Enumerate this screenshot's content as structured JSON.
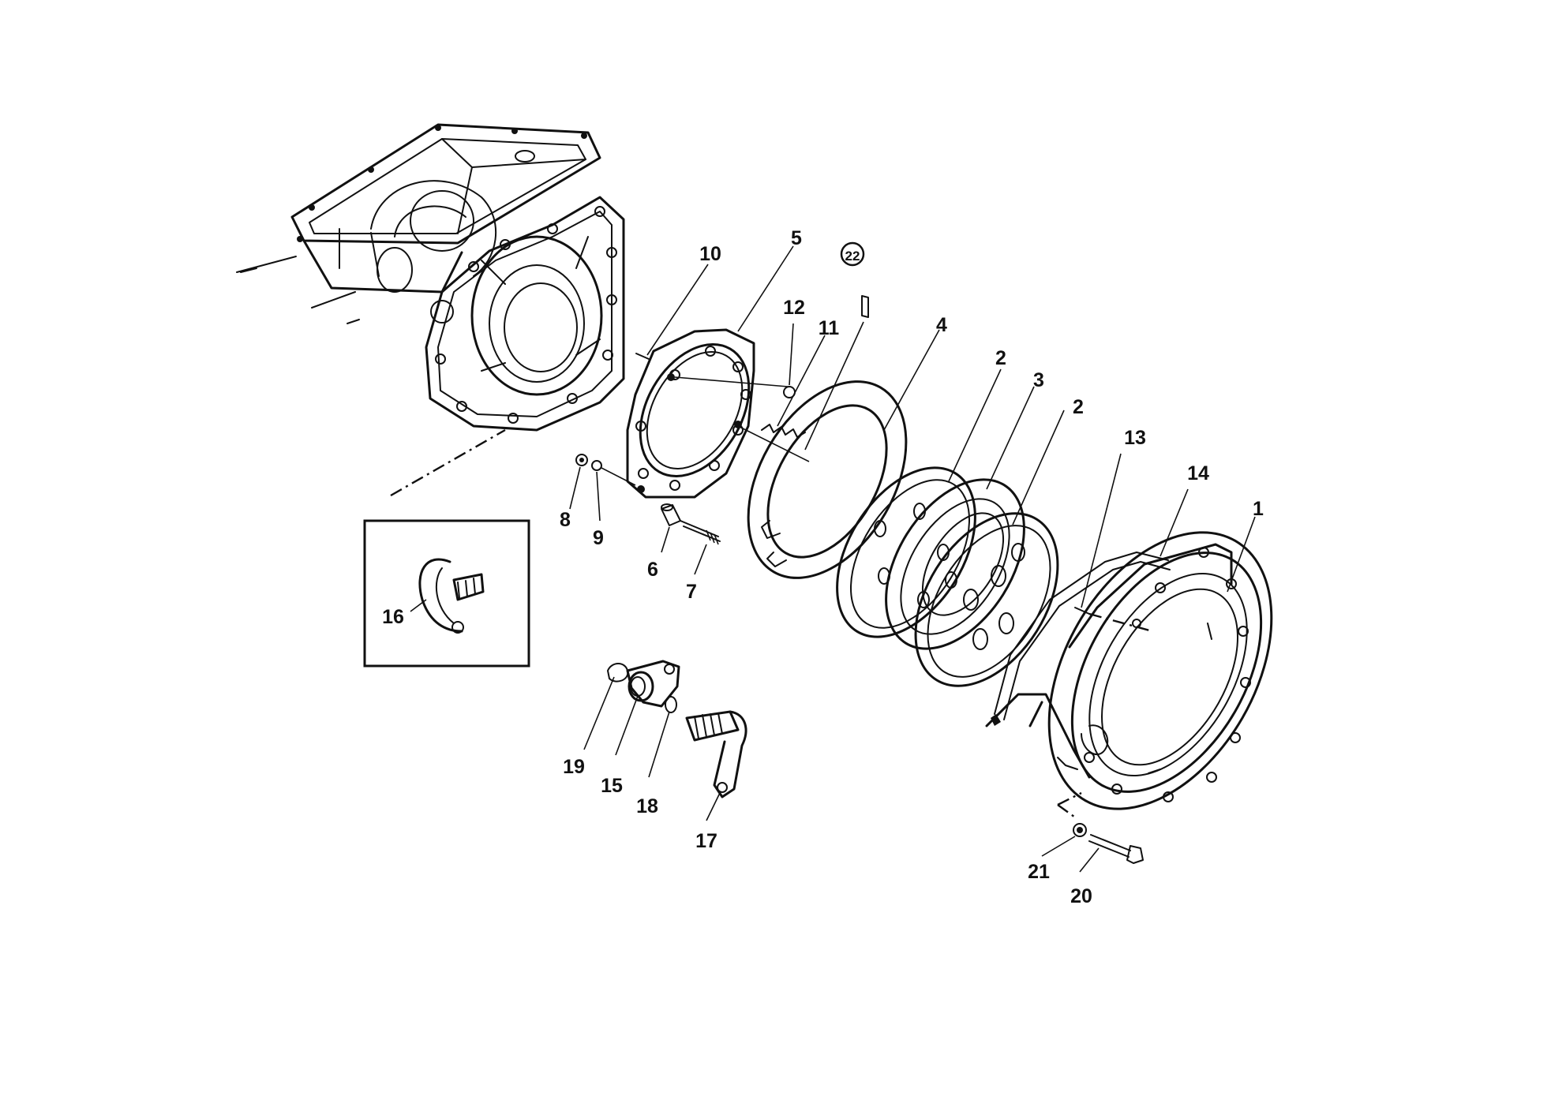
{
  "diagram": {
    "callouts": [
      {
        "id": "c1",
        "label": "1"
      },
      {
        "id": "c2a",
        "label": "2"
      },
      {
        "id": "c2b",
        "label": "2"
      },
      {
        "id": "c3",
        "label": "3"
      },
      {
        "id": "c4",
        "label": "4"
      },
      {
        "id": "c5",
        "label": "5"
      },
      {
        "id": "c6",
        "label": "6"
      },
      {
        "id": "c7",
        "label": "7"
      },
      {
        "id": "c8",
        "label": "8"
      },
      {
        "id": "c9",
        "label": "9"
      },
      {
        "id": "c10",
        "label": "10"
      },
      {
        "id": "c11",
        "label": "11"
      },
      {
        "id": "c12",
        "label": "12"
      },
      {
        "id": "c13",
        "label": "13"
      },
      {
        "id": "c14",
        "label": "14"
      },
      {
        "id": "c15",
        "label": "15"
      },
      {
        "id": "c16",
        "label": "16"
      },
      {
        "id": "c17",
        "label": "17"
      },
      {
        "id": "c18",
        "label": "18"
      },
      {
        "id": "c19",
        "label": "19"
      },
      {
        "id": "c20",
        "label": "20"
      },
      {
        "id": "c21",
        "label": "21"
      },
      {
        "id": "c22",
        "label": "22"
      }
    ]
  }
}
